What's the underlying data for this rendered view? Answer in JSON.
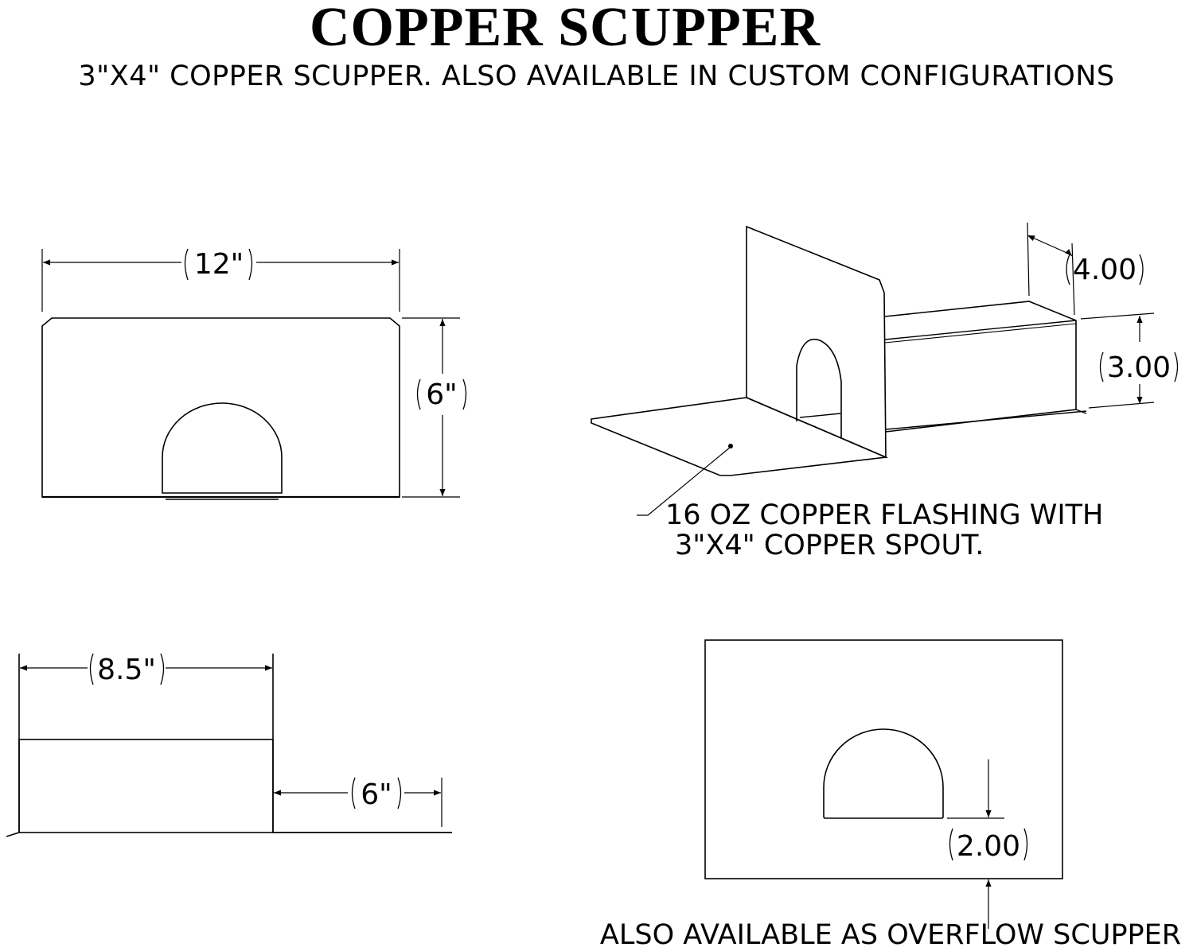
{
  "title": "COPPER SCUPPER",
  "subtitle": "3\"X4\" COPPER SCUPPER.  ALSO AVAILABLE IN CUSTOM CONFIGURATIONS",
  "front_view": {
    "width_dim": "12\"",
    "height_dim": "6\""
  },
  "iso_view": {
    "depth_dim": "4.00",
    "height_dim": "3.00",
    "note_line1": "16 OZ COPPER FLASHING WITH",
    "note_line2": "3\"X4\" COPPER SPOUT."
  },
  "side_view": {
    "top_dim": "8.5\"",
    "flange_dim": "6\""
  },
  "overflow_view": {
    "offset_dim": "2.00",
    "caption": "ALSO AVAILABLE AS OVERFLOW SCUPPER"
  },
  "colors": {
    "line": "#000000",
    "background": "#ffffff"
  }
}
